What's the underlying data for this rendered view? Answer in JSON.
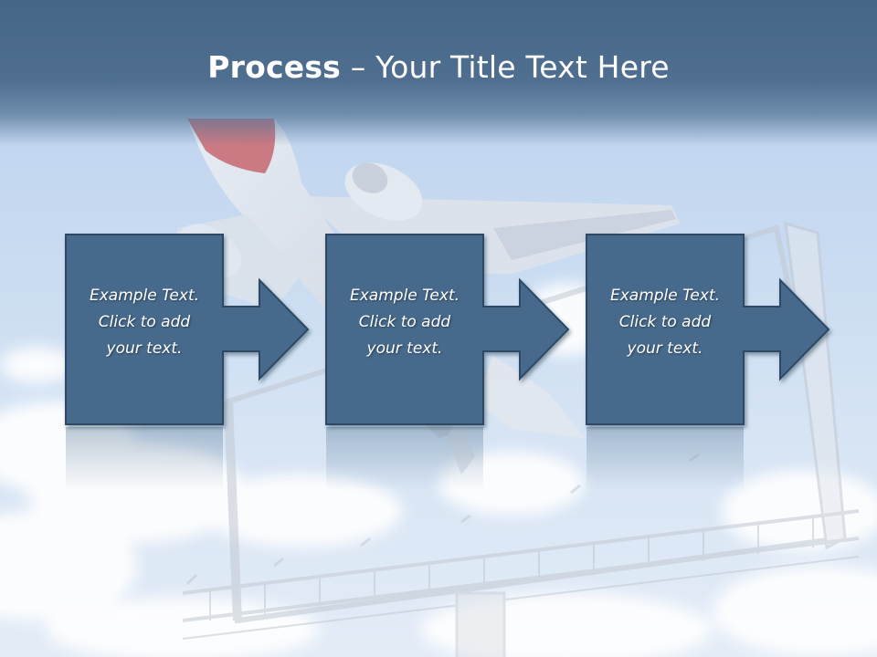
{
  "slide": {
    "title_bold": "Process",
    "title_rest": " – Your Title Text Here",
    "steps": [
      {
        "line1": "Example Text.",
        "line2": "Click  to add",
        "line3": "your text."
      },
      {
        "line1": "Example Text.",
        "line2": "Click  to add",
        "line3": "your text."
      },
      {
        "line1": "Example Text.",
        "line2": "Click  to add",
        "line3": "your text."
      }
    ]
  },
  "colors": {
    "title_band": "#466587",
    "box_fill": "#476a8c",
    "box_border": "#2f4a66",
    "text": "#ffffff"
  },
  "icons": [
    "airplane",
    "billboard",
    "cloud",
    "right-arrow"
  ]
}
